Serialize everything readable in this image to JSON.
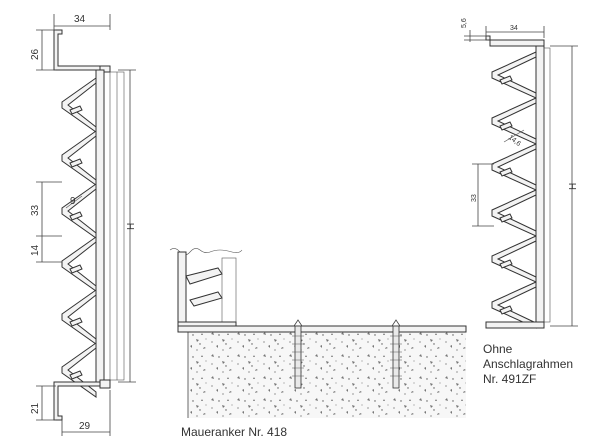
{
  "left_section": {
    "dims": {
      "top_width": "34",
      "top_height": "26",
      "pitch": "33",
      "angle_depth": "9",
      "blade_height": "14",
      "height": "H",
      "bottom_height": "21",
      "bottom_width": "29"
    }
  },
  "right_section": {
    "dims": {
      "top_offset": "5,6",
      "top_width": "34",
      "pitch": "33",
      "angle_depth": "14,6",
      "height": "H"
    },
    "caption": [
      "Ohne",
      "Anschlagrahmen",
      "Nr. 491ZF"
    ]
  },
  "anchor_detail": {
    "caption": "Maueranker Nr. 418"
  },
  "colors": {
    "line": "#444444",
    "concrete_fill": "#f6f6f6",
    "profile_fill": "#f3f3f3"
  }
}
